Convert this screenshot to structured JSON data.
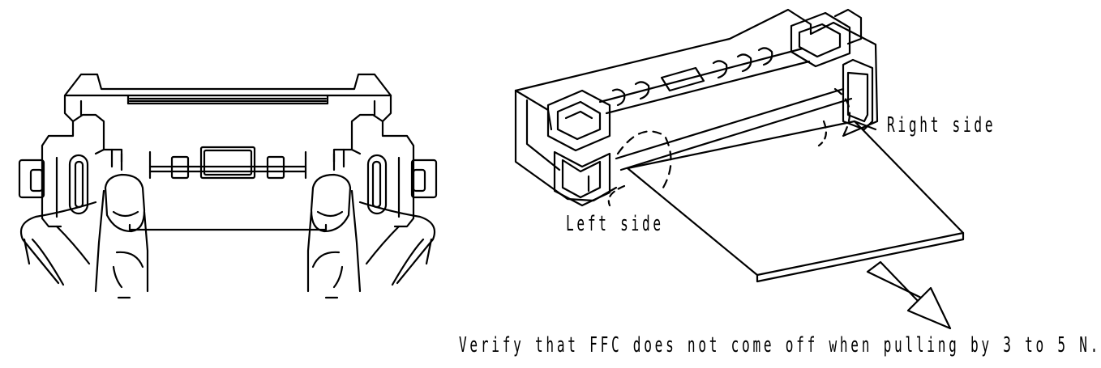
{
  "labels": {
    "right_side": "Right side",
    "left_side": "Left side",
    "instruction": "Verify that FFC does not come off when pulling by 3 to 5 N."
  },
  "colors": {
    "line": "#000000",
    "background": "#ffffff"
  }
}
